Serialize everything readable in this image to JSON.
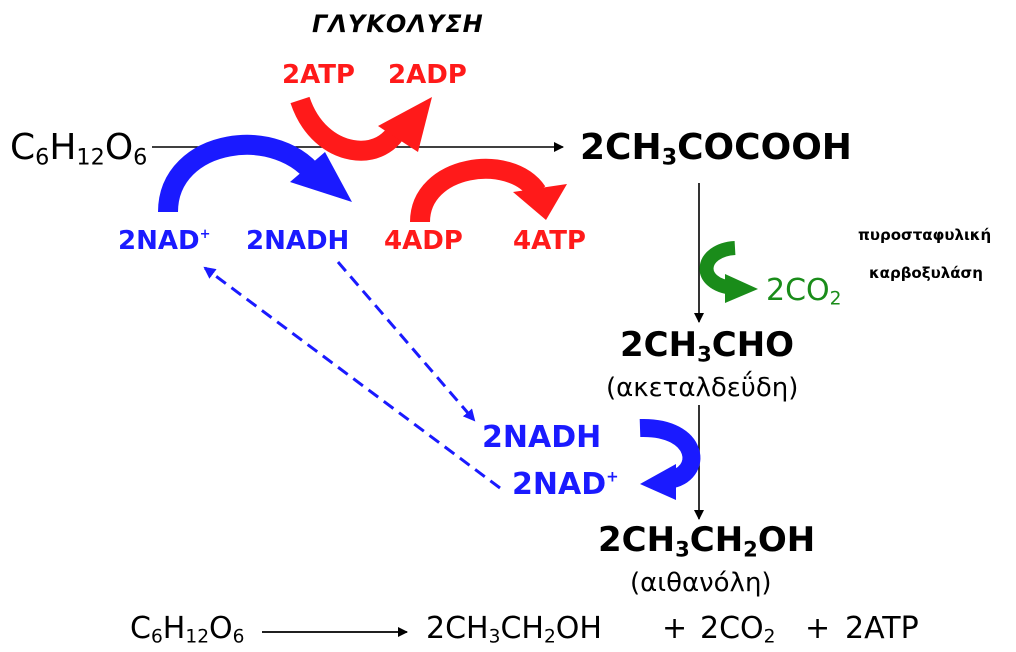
{
  "title": "ΓΛΥΚΟΛΥΣΗ",
  "glucose": {
    "p1": "C",
    "s1": "6",
    "p2": "H",
    "s2": "12",
    "p3": "O",
    "s3": "6"
  },
  "pyruvate": {
    "p1": "2CH",
    "s1": "3",
    "p2": "COCOOH"
  },
  "atp_in": "2ATP",
  "adp_out": "2ADP",
  "adp_in": "4ADP",
  "atp_out": "4ATP",
  "nad_top": {
    "p1": "2NAD",
    "sup": "+"
  },
  "nadh_top": "2NADH",
  "decarb": {
    "line1": "πυροσταφυλική",
    "line2": "καρβοξυλάση"
  },
  "co2": {
    "p1": "2CO",
    "s1": "2"
  },
  "acetaldehyde": {
    "p1": "2CH",
    "s1": "3",
    "p2": "CHO"
  },
  "acetaldehyde_name": "(ακεταλδεΰδη)",
  "nadh_bottom": "2NADH",
  "nad_bottom": {
    "p1": "2NAD",
    "sup": "+"
  },
  "ethanol": {
    "p1": "2CH",
    "s1": "3",
    "p2": "CH",
    "s2": "2",
    "p3": "OH"
  },
  "ethanol_name": "(αιθανόλη)",
  "overall": {
    "glucose": {
      "p1": "C",
      "s1": "6",
      "p2": "H",
      "s2": "12",
      "p3": "O",
      "s3": "6"
    },
    "ethanol": {
      "p1": "2CH",
      "s1": "3",
      "p2": "CH",
      "s2": "2",
      "p3": "OH"
    },
    "plus1": "+",
    "co2": {
      "p1": "2CO",
      "s1": "2"
    },
    "plus2": "+",
    "atp": "2ATP"
  },
  "colors": {
    "red": "#ff1a1a",
    "blue": "#1a1aff",
    "green": "#1a8c1a",
    "black": "#000000"
  }
}
